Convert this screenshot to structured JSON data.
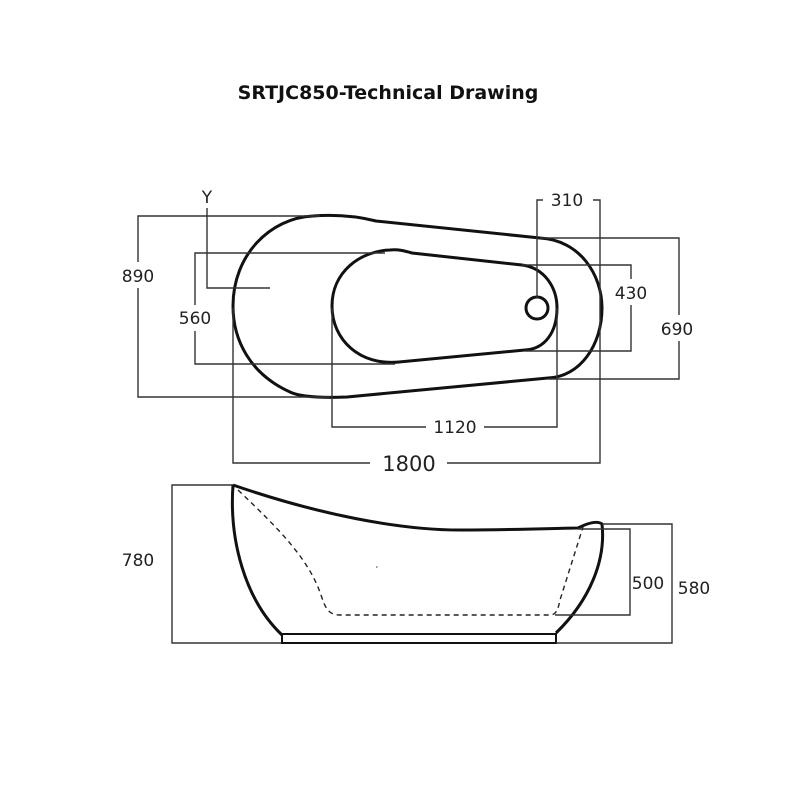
{
  "title": "SRTJC850-Technical Drawing",
  "top_view": {
    "axis_label": "Y",
    "dimensions": {
      "overall_width": "890",
      "inner_width": "560",
      "inner_length": "1120",
      "overall_length": "1800",
      "drain_offset": "310",
      "inner_end_width": "430",
      "outer_end_width": "690"
    }
  },
  "side_view": {
    "dimensions": {
      "overall_height": "780",
      "inner_depth": "500",
      "end_height": "580"
    }
  }
}
